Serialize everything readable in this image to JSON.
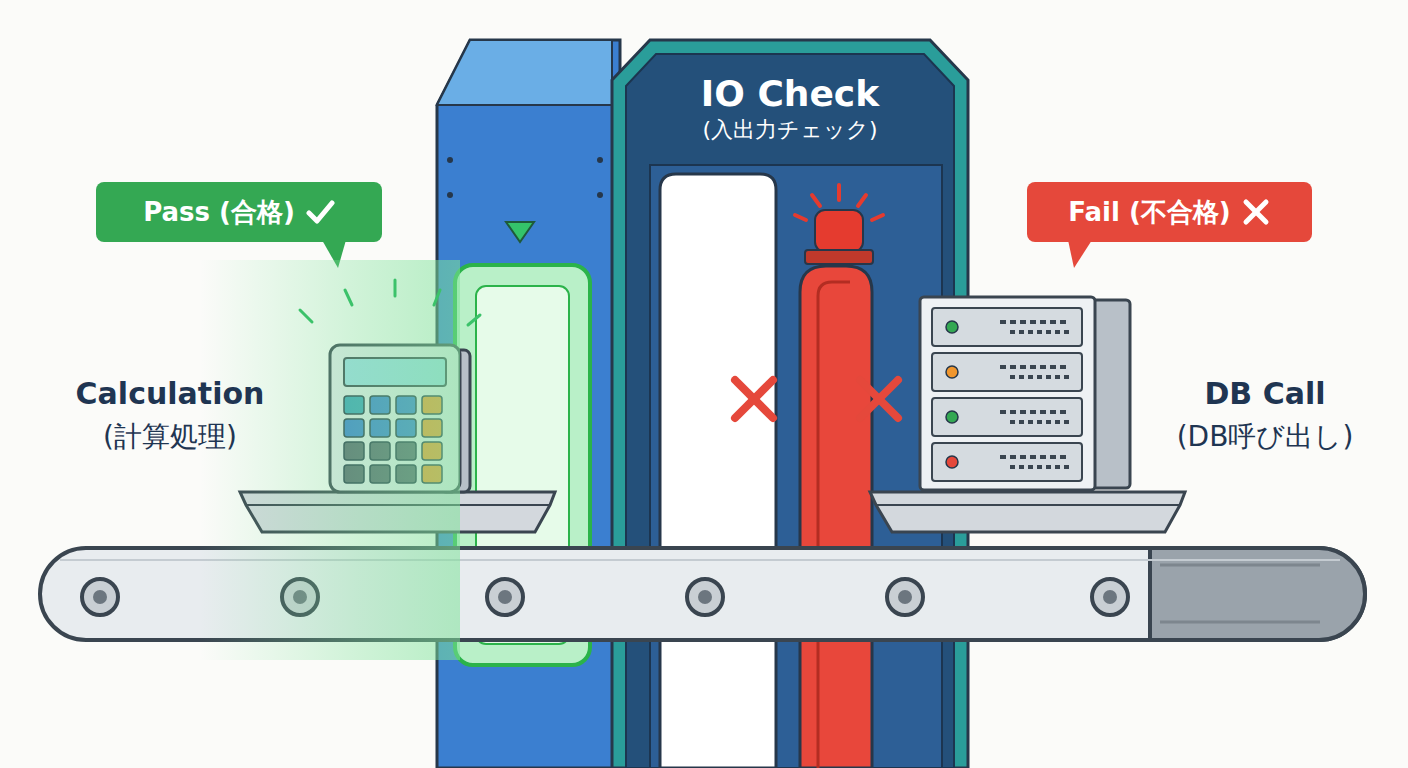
{
  "diagram": {
    "nodes": [
      {
        "text": [
          "IO Check",
          "(入出力チェック)"
        ]
      },
      {
        "text": [
          "Pass (合格)"
        ]
      },
      {
        "text": [
          "Fail (不合格)"
        ]
      }
    ],
    "labels": [
      "Calculation",
      "(計算処理)",
      "DB Call",
      "(DB呼び出し)"
    ]
  }
}
